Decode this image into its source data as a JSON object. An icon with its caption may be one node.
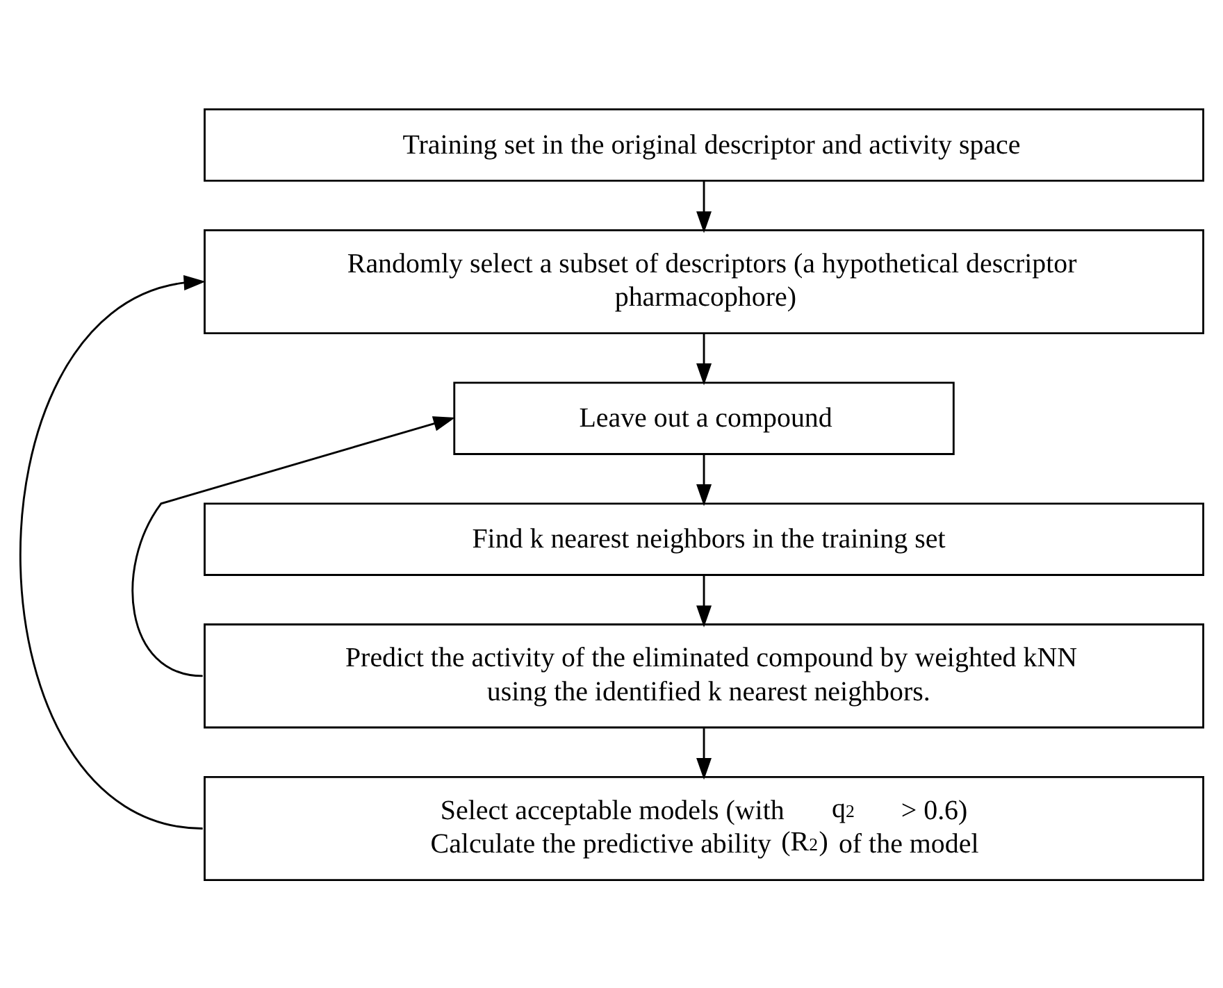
{
  "diagram": {
    "nodes": [
      {
        "text": [
          "Training set in the original descriptor and activity space"
        ]
      },
      {
        "text": [
          "Randomly select a subset of descriptors (a hypothetical descriptor pharmacophore)"
        ]
      },
      {
        "text": [
          "Leave out a compound"
        ]
      },
      {
        "text": [
          "Find k nearest neighbors in the training set"
        ]
      },
      {
        "text": [
          "Predict the activity of the eliminated compound by weighted kNN using the identified k nearest neighbors."
        ]
      },
      {
        "text": [
          "Select acceptable models (with q$^{2}$ > 0.6)",
          "Calculate the predictive ability (R$^{2}$) of the model"
        ]
      }
    ],
    "edges": [
      {
        "from": 0,
        "to": 1,
        "arrow": "to"
      },
      {
        "from": 1,
        "to": 2,
        "arrow": "to"
      },
      {
        "from": 2,
        "to": 3,
        "arrow": "to"
      },
      {
        "from": 3,
        "to": 4,
        "arrow": "to"
      },
      {
        "from": 4,
        "to": 5,
        "arrow": "to"
      },
      {
        "from": 4,
        "to": 2,
        "arrow": "to"
      },
      {
        "from": 5,
        "to": 1,
        "arrow": "to"
      }
    ]
  }
}
